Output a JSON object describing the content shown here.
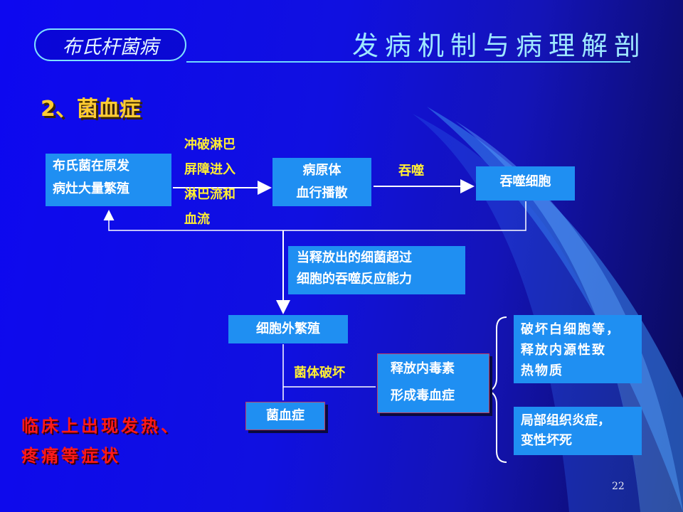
{
  "header": {
    "topic": "布氏杆菌病",
    "title": "发病机制与病理解剖"
  },
  "section": {
    "heading": "2、菌血症"
  },
  "diagram": {
    "box_origin": [
      "布氏菌在原发",
      "病灶大量繁殖"
    ],
    "edge_barrier": [
      "冲破淋巴",
      "屏障进入",
      "淋巴流和",
      "血流"
    ],
    "box_pathogen": [
      "病原体",
      "血行播散"
    ],
    "edge_phagocytosis": "吞噬",
    "box_phagocyte": "吞噬细胞",
    "box_condition": [
      "当释放出的细菌超过",
      "细胞的吞噬反应能力"
    ],
    "box_extracellular": "细胞外繁殖",
    "edge_lysis": "菌体破坏",
    "box_endotoxin": [
      "释放内毒素",
      "形成毒血症"
    ],
    "box_result_1": [
      "破坏白细胞等，",
      "释放内源性致",
      "热物质"
    ],
    "box_result_2": [
      "局部组织炎症，",
      "变性坏死"
    ],
    "box_bacteremia": "菌血症"
  },
  "clinical": {
    "line1": "临床上出现发热、",
    "line2": "疼痛等症状"
  },
  "footer": {
    "page_number": "22"
  }
}
